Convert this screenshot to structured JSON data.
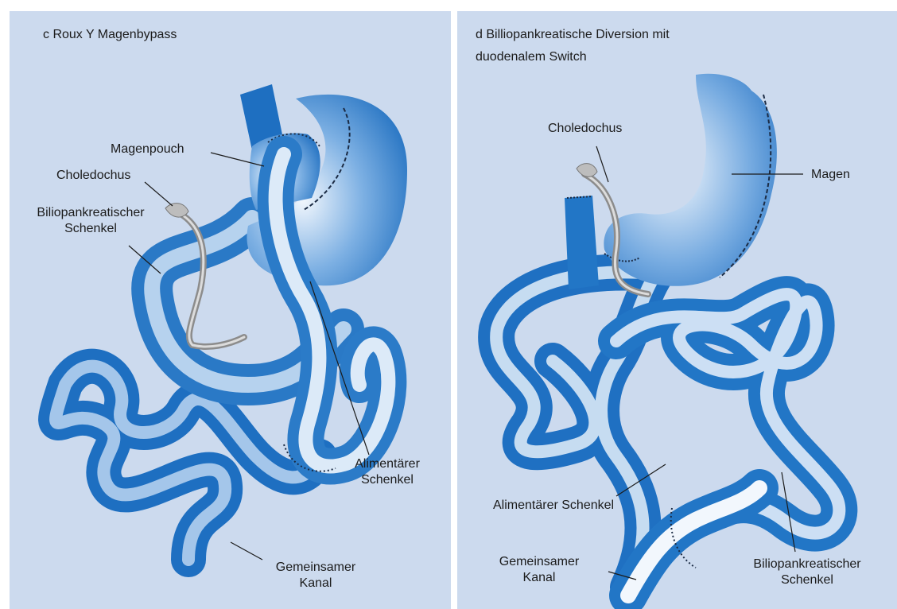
{
  "panels": [
    {
      "heading": "c Roux Y Magenbypass",
      "labels": {
        "magenpouch": "Magenpouch",
        "choledochus": "Choledochus",
        "bilio_line1": "Biliopankreatischer",
        "bilio_line2": "Schenkel",
        "alimentaer_line1": "Alimentärer",
        "alimentaer_line2": "Schenkel",
        "kanal_line1": "Gemeinsamer",
        "kanal_line2": "Kanal"
      }
    },
    {
      "heading_line1": "d  Billiopankreatische Diversion mit",
      "heading_line2": "duodenalem Switch",
      "labels": {
        "choledochus": "Choledochus",
        "magen": "Magen",
        "alimentaer": "Alimentärer Schenkel",
        "kanal_line1": "Gemeinsamer",
        "kanal_line2": "Kanal",
        "bilio_line1": "Biliopankreatischer",
        "bilio_line2": "Schenkel"
      }
    }
  ],
  "colors": {
    "background": "#ccdaee",
    "bowel_dark": "#1e6fc1",
    "bowel_light": "#f4f8fd",
    "duct": "#a7a7a7",
    "text": "#1b1b1b"
  }
}
